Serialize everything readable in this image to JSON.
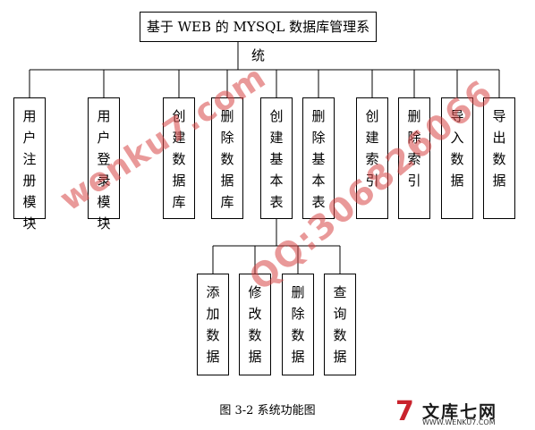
{
  "diagram": {
    "root": "基于 WEB 的 MYSQL 数据库管理系统",
    "modules": [
      "用户注册模块",
      "用户登录模块",
      "创建数据库",
      "删除数据库",
      "创建基本表",
      "删除基本表",
      "创建索引",
      "删除索引",
      "导入数据",
      "导出数据"
    ],
    "table_ops": [
      "添加数据",
      "修改数据",
      "删除数据",
      "查询数据"
    ]
  },
  "caption": "图 3-2  系统功能图",
  "watermarks": [
    "wenku7.com",
    "QQ:306826066"
  ],
  "logo": {
    "mark": "7",
    "name": "文库七网",
    "url": "WWW.WENKU7.COM"
  },
  "colors": {
    "line": "#000000",
    "watermark": "#d74646",
    "logo": "#c9232d"
  }
}
